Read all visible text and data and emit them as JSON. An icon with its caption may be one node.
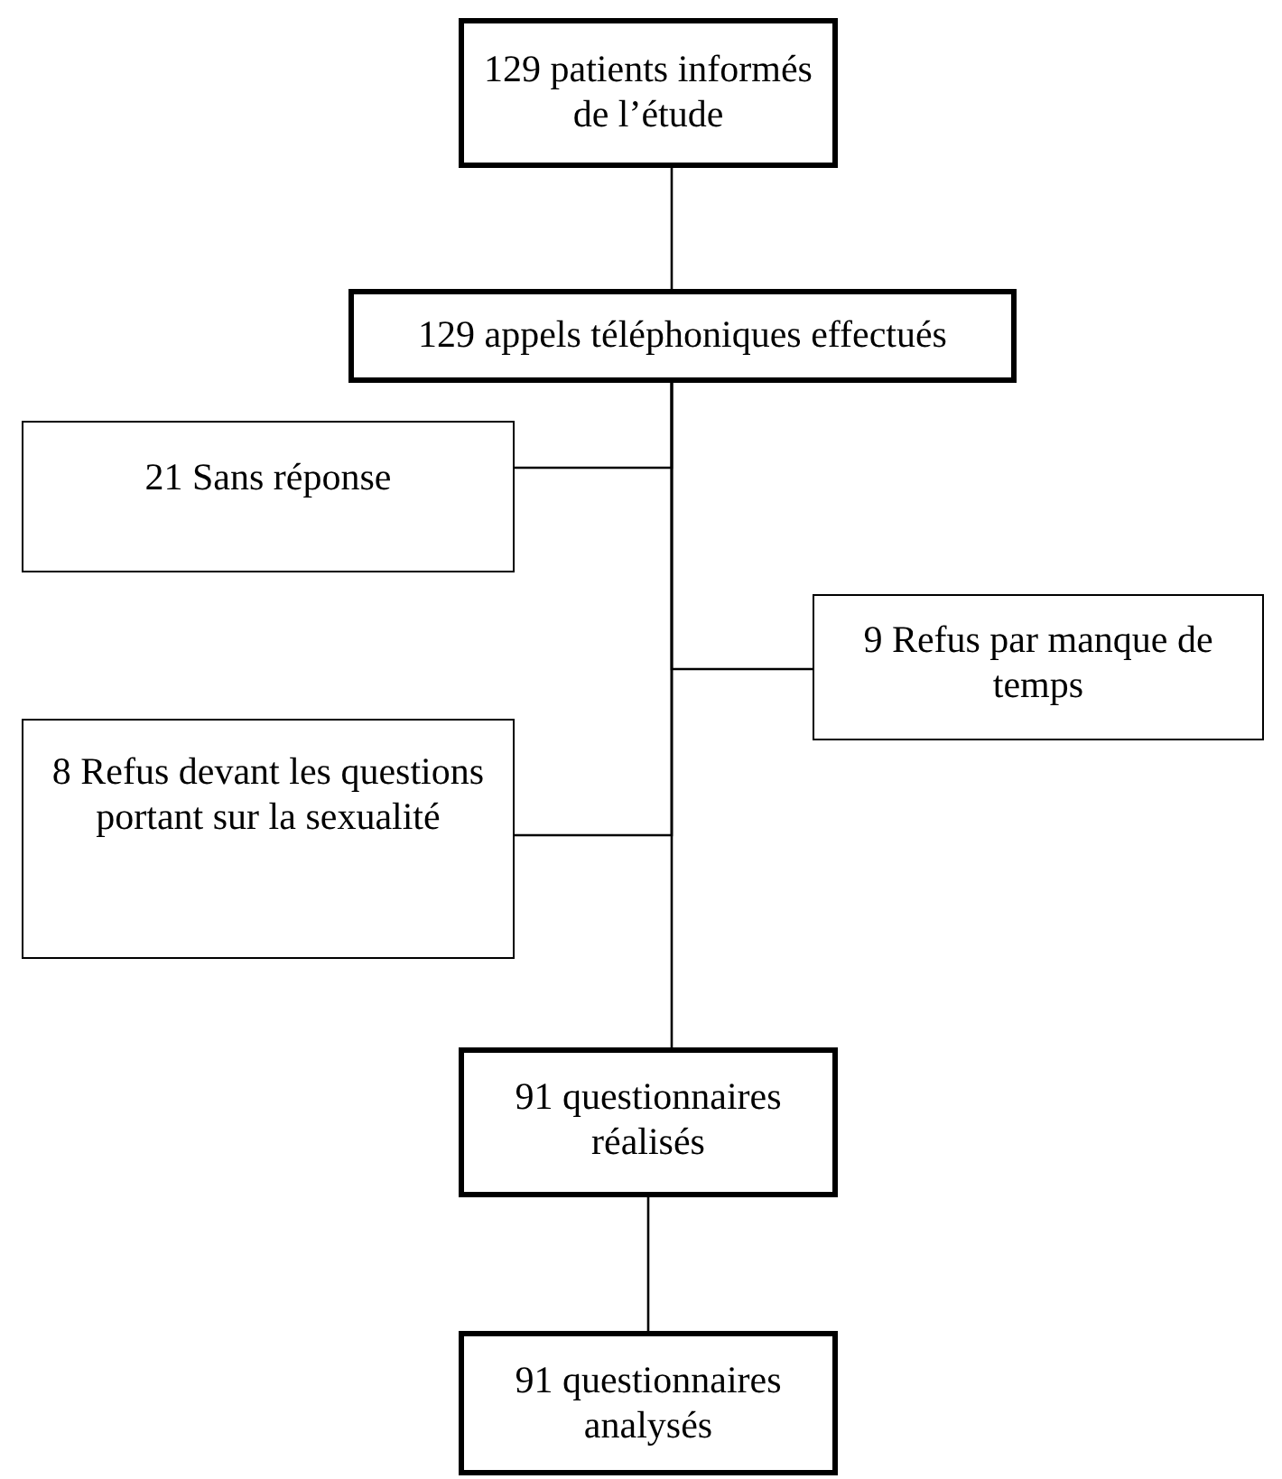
{
  "diagram": {
    "nodes": [
      {
        "text": [
          "129 patients informés de l’étude"
        ]
      },
      {
        "text": [
          "129 appels téléphoniques effectués"
        ]
      },
      {
        "text": [
          "21 Sans réponse"
        ]
      },
      {
        "text": [
          "9 Refus par manque de temps"
        ]
      },
      {
        "text": [
          "8 Refus devant les questions portant sur la sexualité"
        ]
      },
      {
        "text": [
          "91 questionnaires réalisés"
        ]
      },
      {
        "text": [
          "91 questionnaires analysés"
        ]
      }
    ],
    "edges": [
      {
        "from": 0,
        "to": 1,
        "arrow": "none"
      },
      {
        "from": 1,
        "to": 2,
        "arrow": "none"
      },
      {
        "from": 1,
        "to": 3,
        "arrow": "none"
      },
      {
        "from": 1,
        "to": 4,
        "arrow": "none"
      },
      {
        "from": 1,
        "to": 5,
        "arrow": "none"
      },
      {
        "from": 5,
        "to": 6,
        "arrow": "none"
      }
    ]
  }
}
